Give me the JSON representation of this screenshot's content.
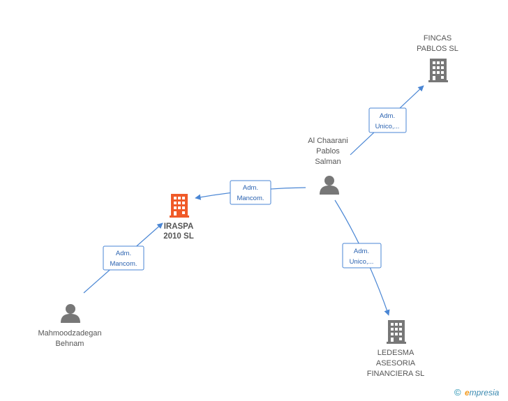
{
  "nodes": {
    "iraspa": {
      "lines": [
        "IRASPA",
        "2010 SL"
      ],
      "type": "company",
      "color": "#f05a28"
    },
    "fincas": {
      "lines": [
        "FINCAS",
        "PABLOS SL"
      ],
      "type": "company",
      "color": "#777777"
    },
    "ledesma": {
      "lines": [
        "LEDESMA",
        "ASESORIA",
        "FINANCIERA  SL"
      ],
      "type": "company",
      "color": "#777777"
    },
    "al_chaarani": {
      "lines": [
        "Al Chaarani",
        "Pablos",
        "Salman"
      ],
      "type": "person",
      "color": "#777777"
    },
    "mahmoodzadegan": {
      "lines": [
        "Mahmoodzadegan",
        "Behnam"
      ],
      "type": "person",
      "color": "#777777"
    }
  },
  "edges": {
    "al_to_iraspa": {
      "lines": [
        "Adm.",
        "Mancom."
      ]
    },
    "al_to_fincas": {
      "lines": [
        "Adm.",
        "Unico,..."
      ]
    },
    "al_to_ledesma": {
      "lines": [
        "Adm.",
        "Unico,..."
      ]
    },
    "mah_to_iraspa": {
      "lines": [
        "Adm.",
        "Mancom."
      ]
    }
  },
  "colors": {
    "edge": "#4a86d4",
    "highlight": "#f05a28",
    "neutral": "#777777"
  },
  "footer": {
    "copyright": "©",
    "brand_initial": "e",
    "brand_rest": "mpresia"
  }
}
